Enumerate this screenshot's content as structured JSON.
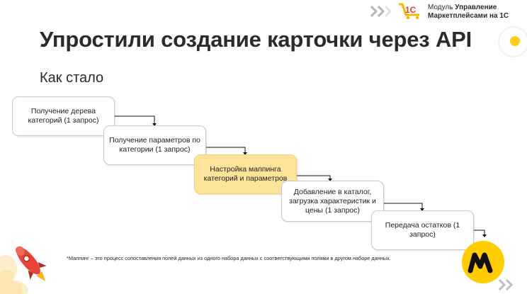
{
  "header": {
    "brand_line1": "Модуль",
    "brand_line1_bold": "Управление",
    "brand_line2": "Маркетплейсами на 1С",
    "logo": "1c-cart-logo",
    "chevron_icon": "double-chevron-right-icon"
  },
  "title": "Упростили создание карточки через API",
  "subtitle": "Как стало",
  "steps": [
    {
      "label": "Получение дерева категорий (1 запрос)"
    },
    {
      "label": "Получение параметров по категории (1 запрос)"
    },
    {
      "label": "Настройка маппинга категорий и параметров"
    },
    {
      "label": "Добавление в каталог, загрузка характеристик и цены (1 запрос)"
    },
    {
      "label": "Передача остатков (1 запрос)"
    }
  ],
  "footnote": "*Маппинг – это процесс сопоставления полей данных из одного набора данных с соответствующими полями в другом наборе данных.",
  "colors": {
    "accent": "#ffcc1a",
    "highlight": "#fde49a",
    "text": "#2b2b2b"
  },
  "icons": [
    "rocket-icon",
    "yandex-market-logo",
    "double-chevron-right-icon"
  ]
}
